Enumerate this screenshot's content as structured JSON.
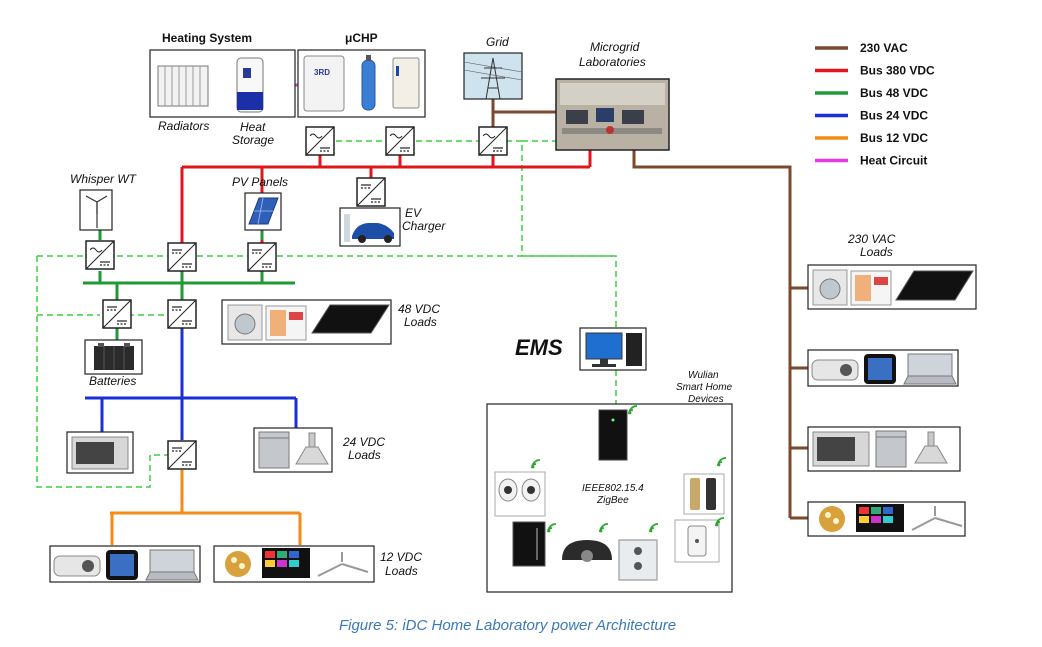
{
  "labels": {
    "heating_system": "Heating System",
    "radiators": "Radiators",
    "heat_storage_1": "Heat",
    "heat_storage_2": "Storage",
    "uchp": "μCHP",
    "grid": "Grid",
    "microgrid_1": "Microgrid",
    "microgrid_2": "Laboratories",
    "whisper_wt": "Whisper WT",
    "pv_panels": "PV Panels",
    "ev_1": "EV",
    "ev_2": "Charger",
    "batteries": "Batteries",
    "loads48_1": "48 VDC",
    "loads48_2": "Loads",
    "loads24_1": "24 VDC",
    "loads24_2": "Loads",
    "loads12_1": "12 VDC",
    "loads12_2": "Loads",
    "loads230_1": "230 VAC",
    "loads230_2": "Loads",
    "ems": "EMS",
    "wulian_1": "Wulian",
    "wulian_2": "Smart Home",
    "wulian_3": "Devices",
    "zigbee_1": "IEEE802.15.4",
    "zigbee_2": "ZigBee",
    "dev_text_b": "3RD"
  },
  "legend": [
    {
      "label": "230 VAC",
      "color": "#7b4a2d"
    },
    {
      "label": "Bus 380 VDC",
      "color": "#e0161b"
    },
    {
      "label": "Bus 48 VDC",
      "color": "#1f9a36"
    },
    {
      "label": "Bus 24 VDC",
      "color": "#1a2fd6"
    },
    {
      "label": "Bus 12 VDC",
      "color": "#f58a14"
    },
    {
      "label": "Heat Circuit",
      "color": "#e33be0"
    }
  ],
  "colors": {
    "ac": "#7b4a2d",
    "dc380": "#e0161b",
    "dc48": "#1f9a36",
    "dc24": "#1a2fd6",
    "dc12": "#f58a14",
    "heat": "#e33be0",
    "comm": "#3fcf3f"
  },
  "caption": "Figure 5: iDC Home Laboratory power Architecture"
}
